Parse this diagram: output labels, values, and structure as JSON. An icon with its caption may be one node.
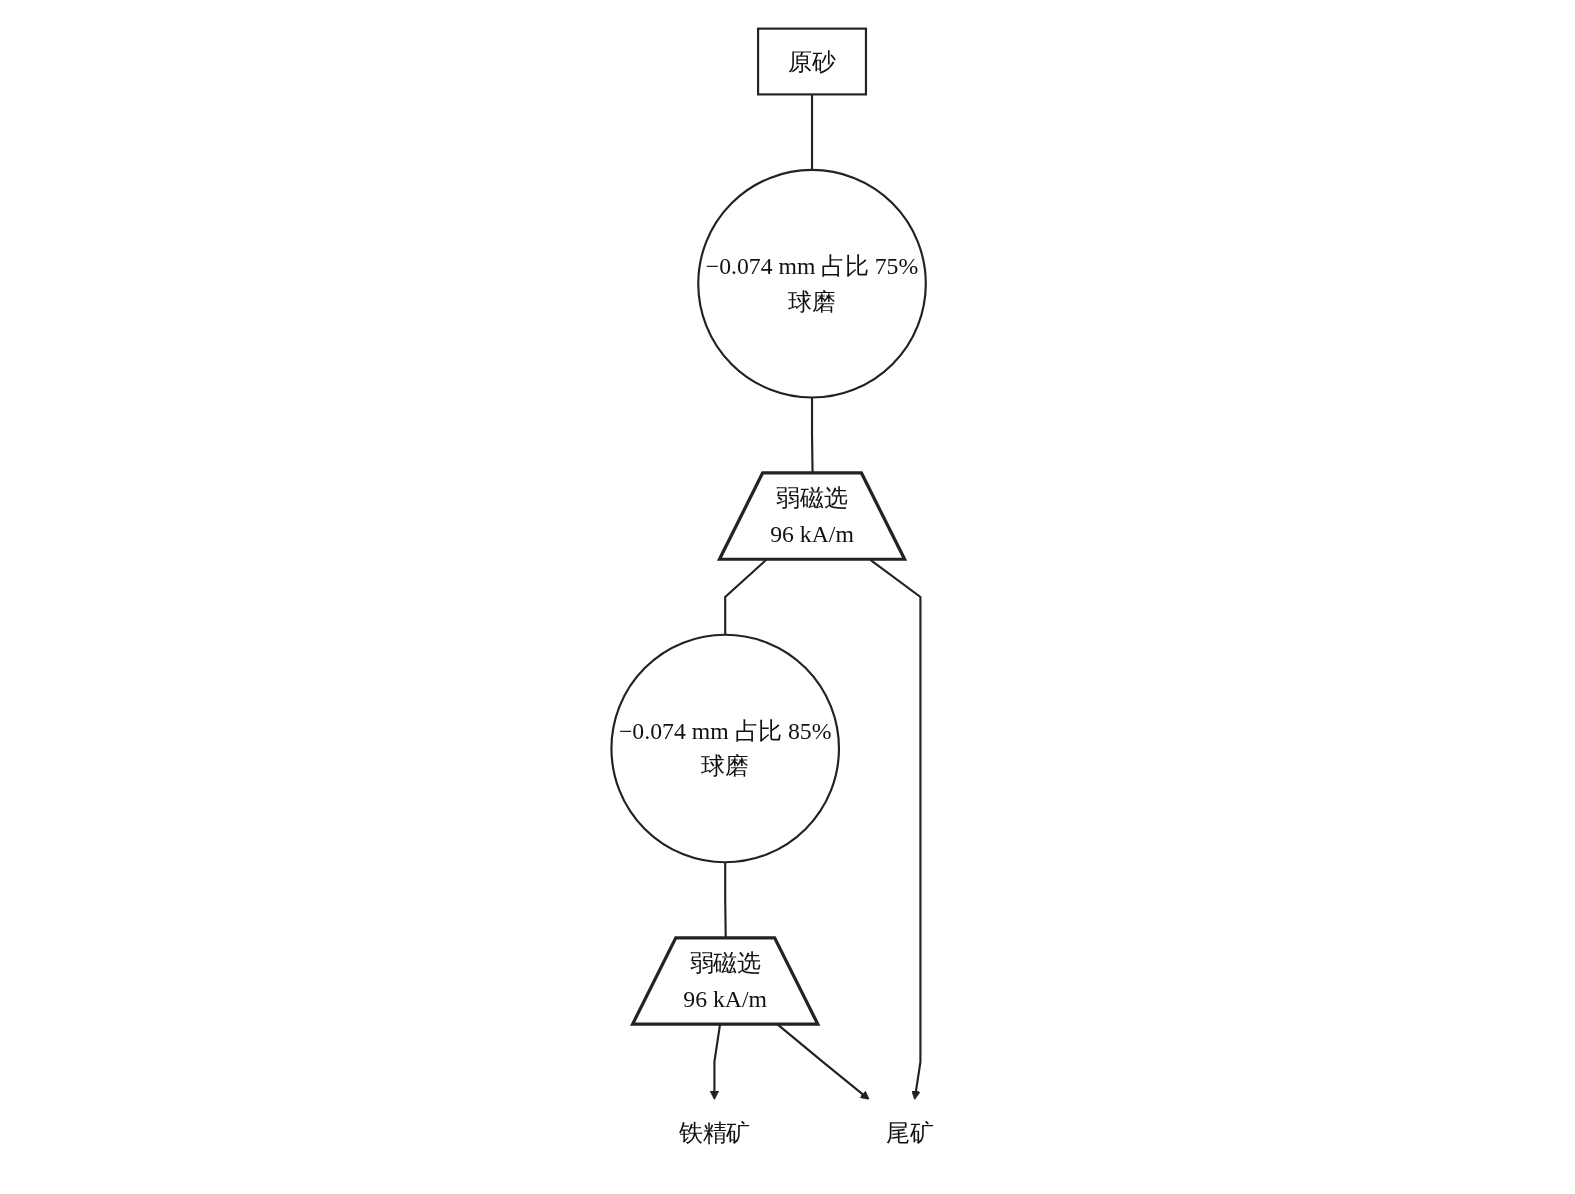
{
  "diagram": {
    "nodes": [
      {
        "text": [
          "原砂"
        ]
      },
      {
        "text": [
          "−0.074 mm 占比 75%",
          "球磨"
        ]
      },
      {
        "text": [
          "弱磁选",
          "96 kA/m"
        ]
      },
      {
        "text": [
          "−0.074 mm 占比 85%",
          "球磨"
        ]
      },
      {
        "text": [
          "弱磁选",
          "96 kA/m"
        ]
      },
      {
        "text": [
          "铁精矿"
        ]
      },
      {
        "text": [
          "尾矿"
        ]
      }
    ],
    "edges": [
      {
        "from": 0,
        "to": 1,
        "arrow": "none"
      },
      {
        "from": 1,
        "to": 2,
        "arrow": "none"
      },
      {
        "from": 2,
        "to": 3,
        "arrow": "none"
      },
      {
        "from": 3,
        "to": 4,
        "arrow": "none"
      },
      {
        "from": 4,
        "to": 5,
        "arrow": "to"
      },
      {
        "from": 2,
        "to": 6,
        "arrow": "to"
      },
      {
        "from": 4,
        "to": 6,
        "arrow": "to"
      }
    ]
  }
}
